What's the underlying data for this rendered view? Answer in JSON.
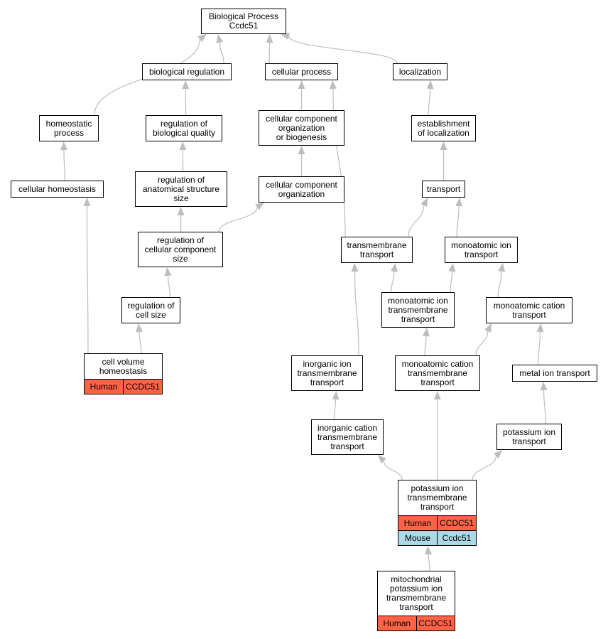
{
  "colors": {
    "human": "#ff6347",
    "mouse": "#add8e6",
    "edge": "#bdbdbd"
  },
  "nodes": {
    "root": "Biological Process\nCcdc51",
    "bioreg": "biological regulation",
    "cellproc": "cellular process",
    "local": "localization",
    "homeoproc": "homeostatic\nprocess",
    "regbioq": "regulation of\nbiological quality",
    "ccorgbio": "cellular component\norganization\nor biogenesis",
    "estab": "establishment\nof localization",
    "cellhomeo": "cellular homeostasis",
    "reganat": "regulation of\nanatomical structure\nsize",
    "ccorg": "cellular component\norganization",
    "transport": "transport",
    "regccsize": "regulation of\ncellular component\nsize",
    "tmtrans": "transmembrane\ntransport",
    "monoion": "monoatomic ion\ntransport",
    "regcellsize": "regulation of\ncell size",
    "monoiontm": "monoatomic ion\ntransmembrane\ntransport",
    "monocat": "monoatomic cation\ntransport",
    "cellvol": "cell volume\nhomeostasis",
    "inorgion": "inorganic ion\ntransmembrane\ntransport",
    "monocattm": "monoatomic cation\ntransmembrane\ntransport",
    "metalion": "metal ion transport",
    "inorgcat": "inorganic cation\ntransmembrane\ntransport",
    "potion": "potassium ion\ntransport",
    "pottm": "potassium ion\ntransmembrane\ntransport",
    "mitopot": "mitochondrial\npotassium ion\ntransmembrane\ntransport"
  },
  "annotations": {
    "cellvol": [
      {
        "species": "Human",
        "gene": "CCDC51"
      }
    ],
    "pottm": [
      {
        "species": "Human",
        "gene": "CCDC51"
      },
      {
        "species": "Mouse",
        "gene": "Ccdc51"
      }
    ],
    "mitopot": [
      {
        "species": "Human",
        "gene": "CCDC51"
      }
    ]
  },
  "edges": [
    [
      "bioreg",
      "root"
    ],
    [
      "cellproc",
      "root"
    ],
    [
      "local",
      "root"
    ],
    [
      "homeoproc",
      "root"
    ],
    [
      "regbioq",
      "bioreg"
    ],
    [
      "ccorgbio",
      "cellproc"
    ],
    [
      "estab",
      "local"
    ],
    [
      "cellhomeo",
      "homeoproc"
    ],
    [
      "reganat",
      "regbioq"
    ],
    [
      "ccorg",
      "ccorgbio"
    ],
    [
      "transport",
      "estab"
    ],
    [
      "regccsize",
      "reganat"
    ],
    [
      "regccsize",
      "ccorg"
    ],
    [
      "tmtrans",
      "cellproc"
    ],
    [
      "tmtrans",
      "transport"
    ],
    [
      "monoion",
      "transport"
    ],
    [
      "regcellsize",
      "regccsize"
    ],
    [
      "monoiontm",
      "tmtrans"
    ],
    [
      "monoiontm",
      "monoion"
    ],
    [
      "monocat",
      "monoion"
    ],
    [
      "cellvol",
      "cellhomeo"
    ],
    [
      "cellvol",
      "regcellsize"
    ],
    [
      "inorgion",
      "tmtrans"
    ],
    [
      "monocattm",
      "monoiontm"
    ],
    [
      "monocattm",
      "monocat"
    ],
    [
      "metalion",
      "monocat"
    ],
    [
      "inorgcat",
      "inorgion"
    ],
    [
      "potion",
      "metalion"
    ],
    [
      "pottm",
      "inorgcat"
    ],
    [
      "pottm",
      "monocattm"
    ],
    [
      "pottm",
      "potion"
    ],
    [
      "mitopot",
      "pottm"
    ]
  ]
}
